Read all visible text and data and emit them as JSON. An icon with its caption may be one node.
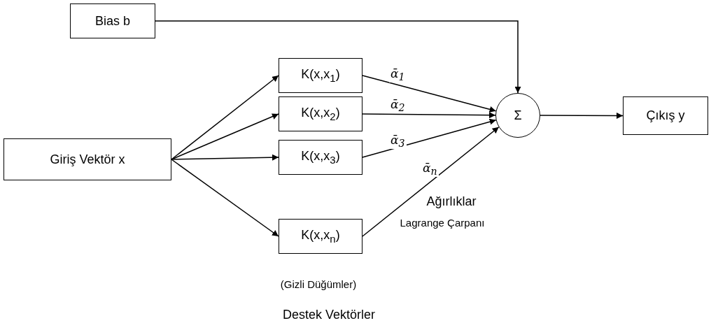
{
  "diagram": {
    "nodes": [
      {
        "text": [
          "Bias b"
        ]
      },
      {
        "text": [
          "Giriş Vektör x"
        ]
      },
      {
        "text": [
          "K(x,x$_{1}$)"
        ]
      },
      {
        "text": [
          "K(x,x$_{2}$)"
        ]
      },
      {
        "text": [
          "K(x,x$_{3}$)"
        ]
      },
      {
        "text": [
          "K(x,x$_{n}$)"
        ]
      },
      {
        "text": [
          "Σ"
        ]
      },
      {
        "text": [
          "Çıkış y"
        ]
      }
    ],
    "edges": [
      {
        "from": 1,
        "to": 2,
        "arrow": "to"
      },
      {
        "from": 1,
        "to": 3,
        "arrow": "to"
      },
      {
        "from": 1,
        "to": 4,
        "arrow": "to"
      },
      {
        "from": 1,
        "to": 5,
        "arrow": "to"
      },
      {
        "from": 2,
        "to": 6,
        "arrow": "to",
        "label": "ᾱ$_{1}$"
      },
      {
        "from": 3,
        "to": 6,
        "arrow": "to",
        "label": "ᾱ$_{2}$"
      },
      {
        "from": 4,
        "to": 6,
        "arrow": "to",
        "label": "ᾱ$_{3}$"
      },
      {
        "from": 5,
        "to": 6,
        "arrow": "to",
        "label": "ᾱ$_{n}$"
      },
      {
        "from": 0,
        "to": 6,
        "arrow": "to"
      },
      {
        "from": 6,
        "to": 7,
        "arrow": "to"
      }
    ],
    "labels": [
      "Ağırlıklar",
      "Lagrange Çarpanı",
      "(Gizli Düğümler)",
      "Destek Vektörler"
    ]
  }
}
